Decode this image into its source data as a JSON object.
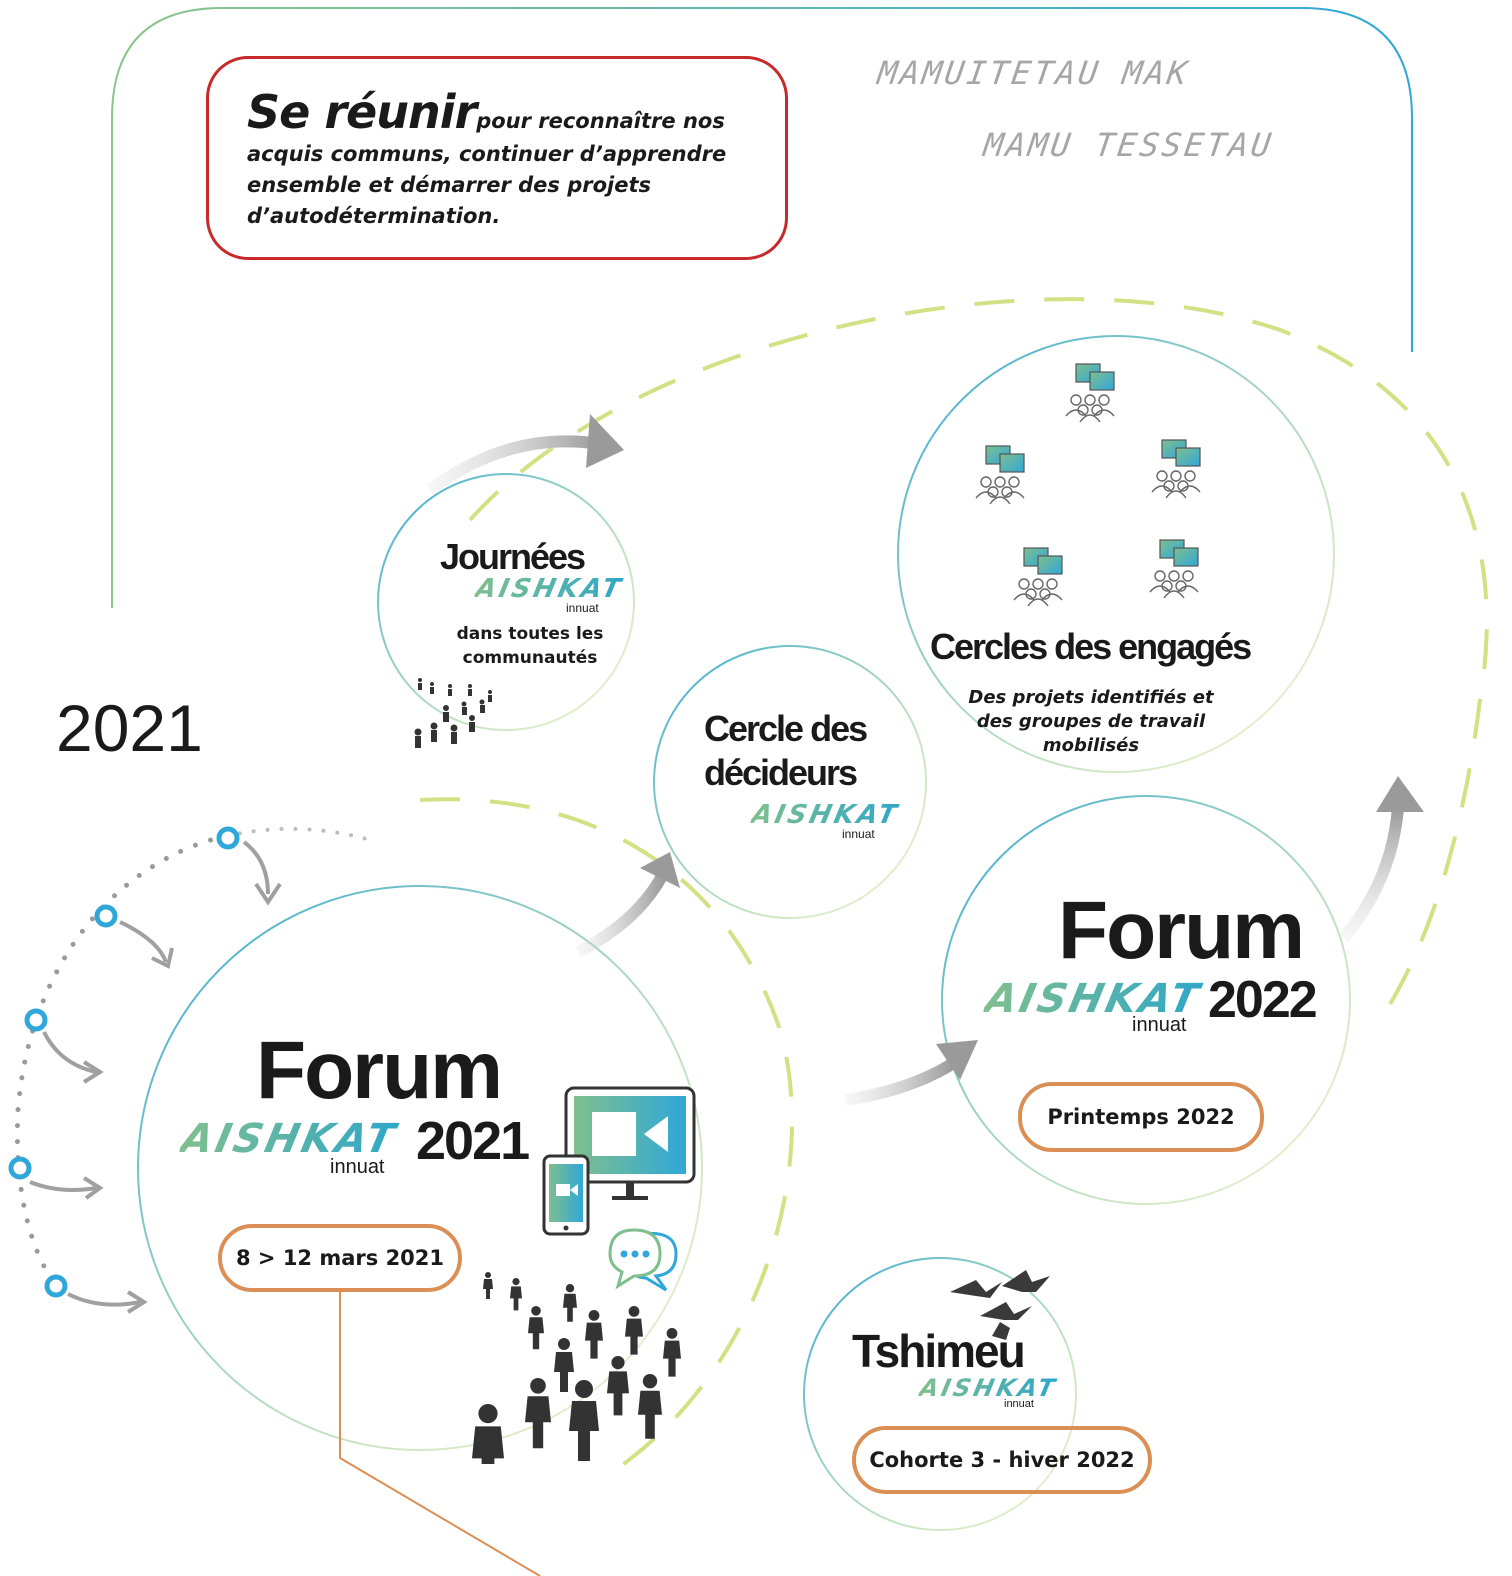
{
  "callout": {
    "lead": "Se réunir",
    "text": "pour reconnaître nos acquis communs, continuer d’apprendre ensemble et démarrer des projets d’autodétermination."
  },
  "innu": {
    "line1": "MAMUITETAU MAK",
    "line2": "MAMU TESSETAU"
  },
  "year": "2021",
  "logo": {
    "word": "AISHKAT",
    "small": "innuat"
  },
  "journees": {
    "title": "Journées",
    "subtitle": "dans toutes les communautés"
  },
  "decideurs": {
    "title_1": "Cercle des",
    "title_2": "décideurs"
  },
  "engages": {
    "title": "Cercles des engagés",
    "subtitle": "Des projets identifiés et des groupes de travail mobilisés"
  },
  "forum2021": {
    "title": "Forum",
    "year": "2021",
    "date": "8 > 12 mars 2021"
  },
  "forum2022": {
    "title": "Forum",
    "year": "2022",
    "date": "Printemps 2022"
  },
  "tshimeu": {
    "title": "Tshimeu",
    "date": "Cohorte 3 - hiver 2022"
  },
  "colors": {
    "red": "#c62a2a",
    "orange": "#dc8f55",
    "green": "#c9dc6e",
    "blue": "#2fa7d8",
    "grey_arrow": "#9a9a9a"
  },
  "icons": [
    "people-group-icon",
    "speech-bubbles-icon",
    "monitor-video-icon",
    "phone-video-icon",
    "chat-dots-icon",
    "person-icon",
    "geese-icon"
  ]
}
